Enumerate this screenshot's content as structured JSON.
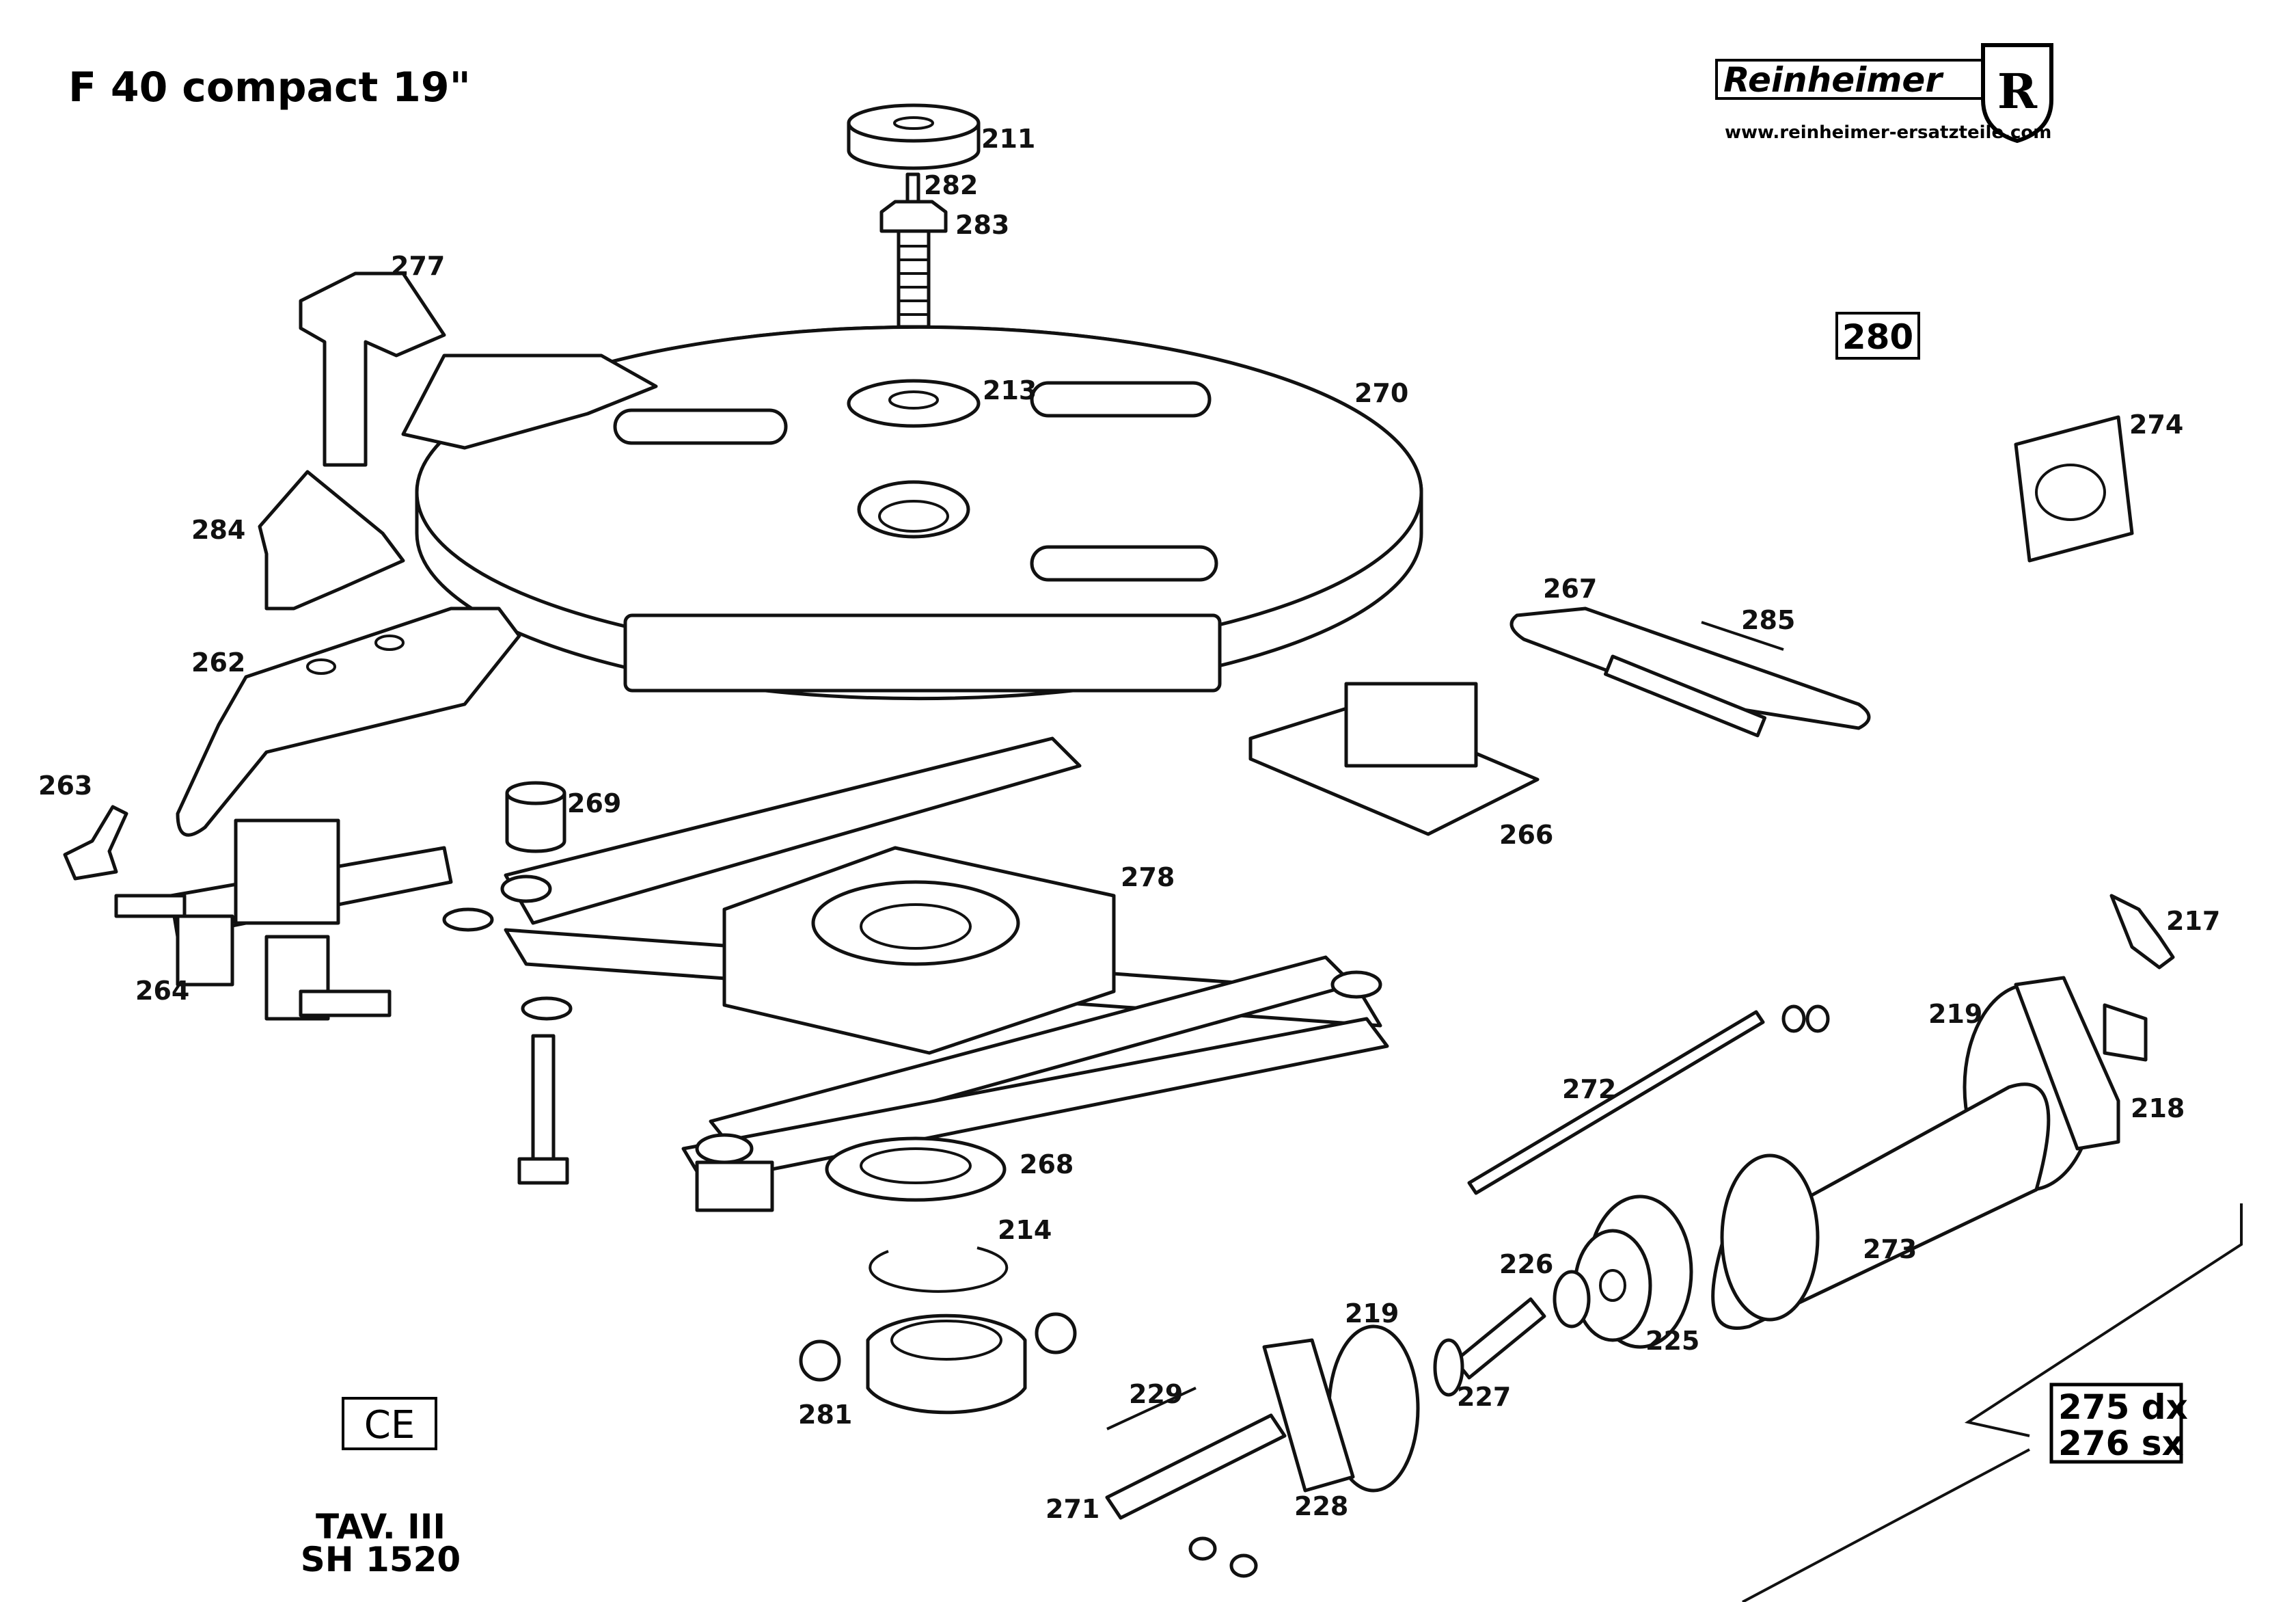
{
  "title": "F 40 compact 19\"",
  "logo": {
    "brand": "Reinheimer",
    "emblem_letter": "R",
    "url": "www.reinheimer-ersatzteile.com"
  },
  "boxed_labels": {
    "part_280": "280",
    "side_dx": "275 dx",
    "side_sx": "276 sx"
  },
  "ce_mark": "CE",
  "plate": {
    "line1": "TAV. III",
    "line2": "SH 1520"
  },
  "part_labels": {
    "p211": "211",
    "p282": "282",
    "p283": "283",
    "p277": "277",
    "p213": "213",
    "p270": "270",
    "p274": "274",
    "p284": "284",
    "p267": "267",
    "p285": "285",
    "p262": "262",
    "p263": "263",
    "p269": "269",
    "p266": "266",
    "p278": "278",
    "p217": "217",
    "p264": "264",
    "p219a": "219",
    "p272": "272",
    "p218": "218",
    "p268": "268",
    "p214": "214",
    "p273": "273",
    "p226": "226",
    "p225": "225",
    "p219b": "219",
    "p227": "227",
    "p229": "229",
    "p281": "281",
    "p228": "228",
    "p271": "271"
  }
}
